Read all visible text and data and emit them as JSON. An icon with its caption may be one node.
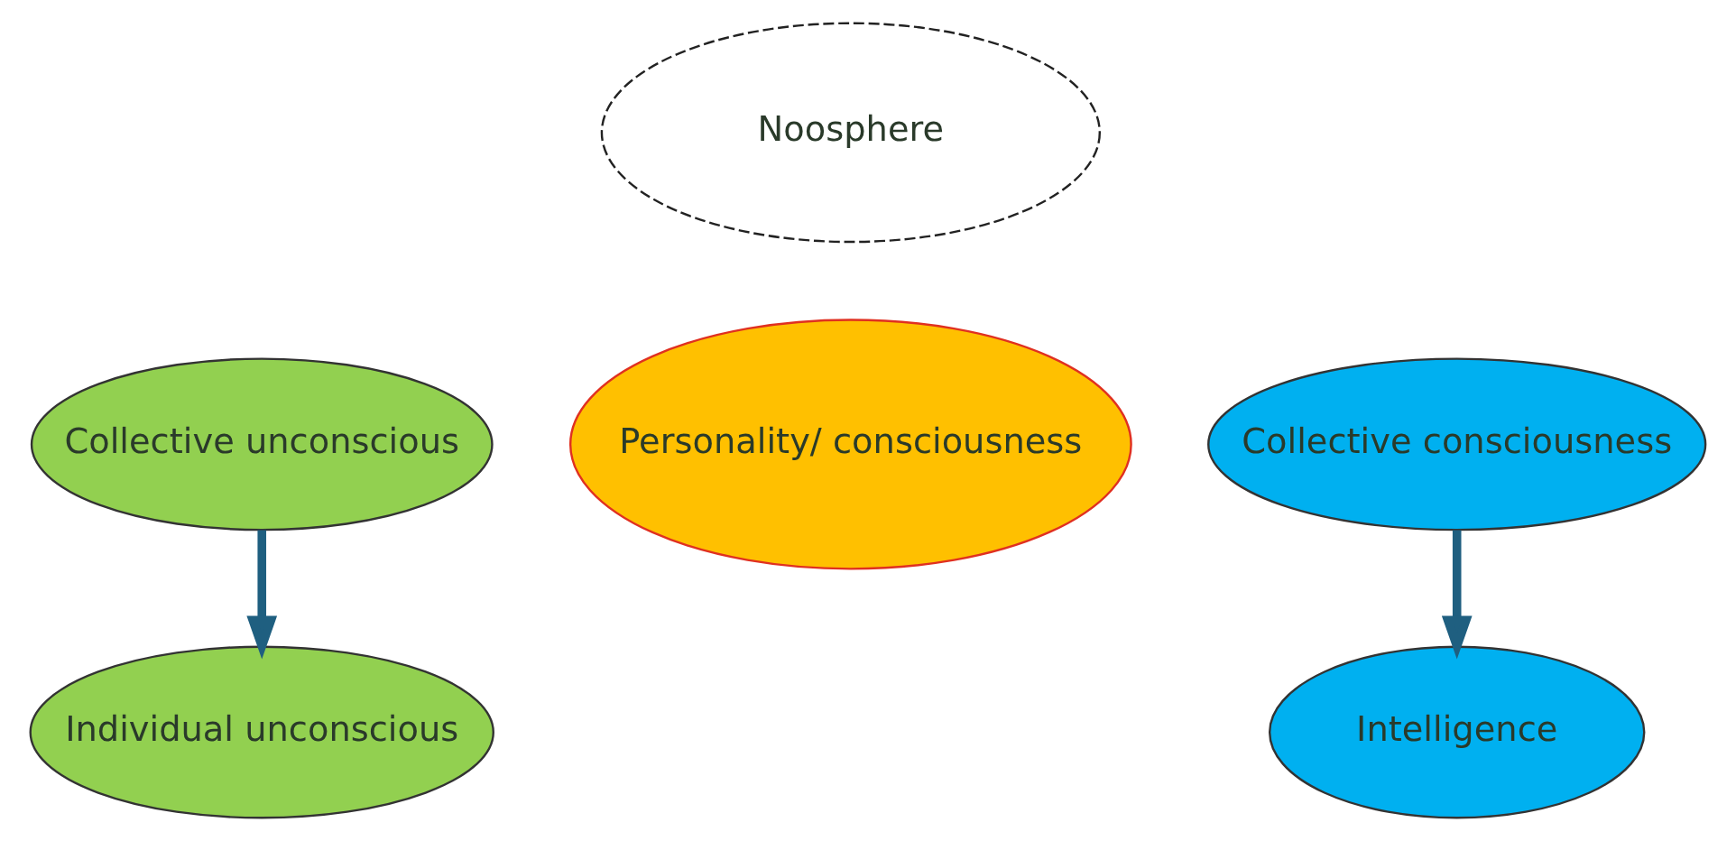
{
  "diagram": {
    "nodes": [
      {
        "text": [
          "Noosphere"
        ]
      },
      {
        "text": [
          "Collective unconscious"
        ]
      },
      {
        "text": [
          "Collective consciousness"
        ]
      },
      {
        "text": [
          "Personality/ consciousness"
        ]
      },
      {
        "text": [
          "Individual unconscious"
        ]
      },
      {
        "text": [
          "Intelligence"
        ]
      }
    ],
    "edges": [
      {
        "from": 1,
        "to": 4,
        "arrow": "to"
      },
      {
        "from": 2,
        "to": 5,
        "arrow": "to"
      }
    ]
  }
}
